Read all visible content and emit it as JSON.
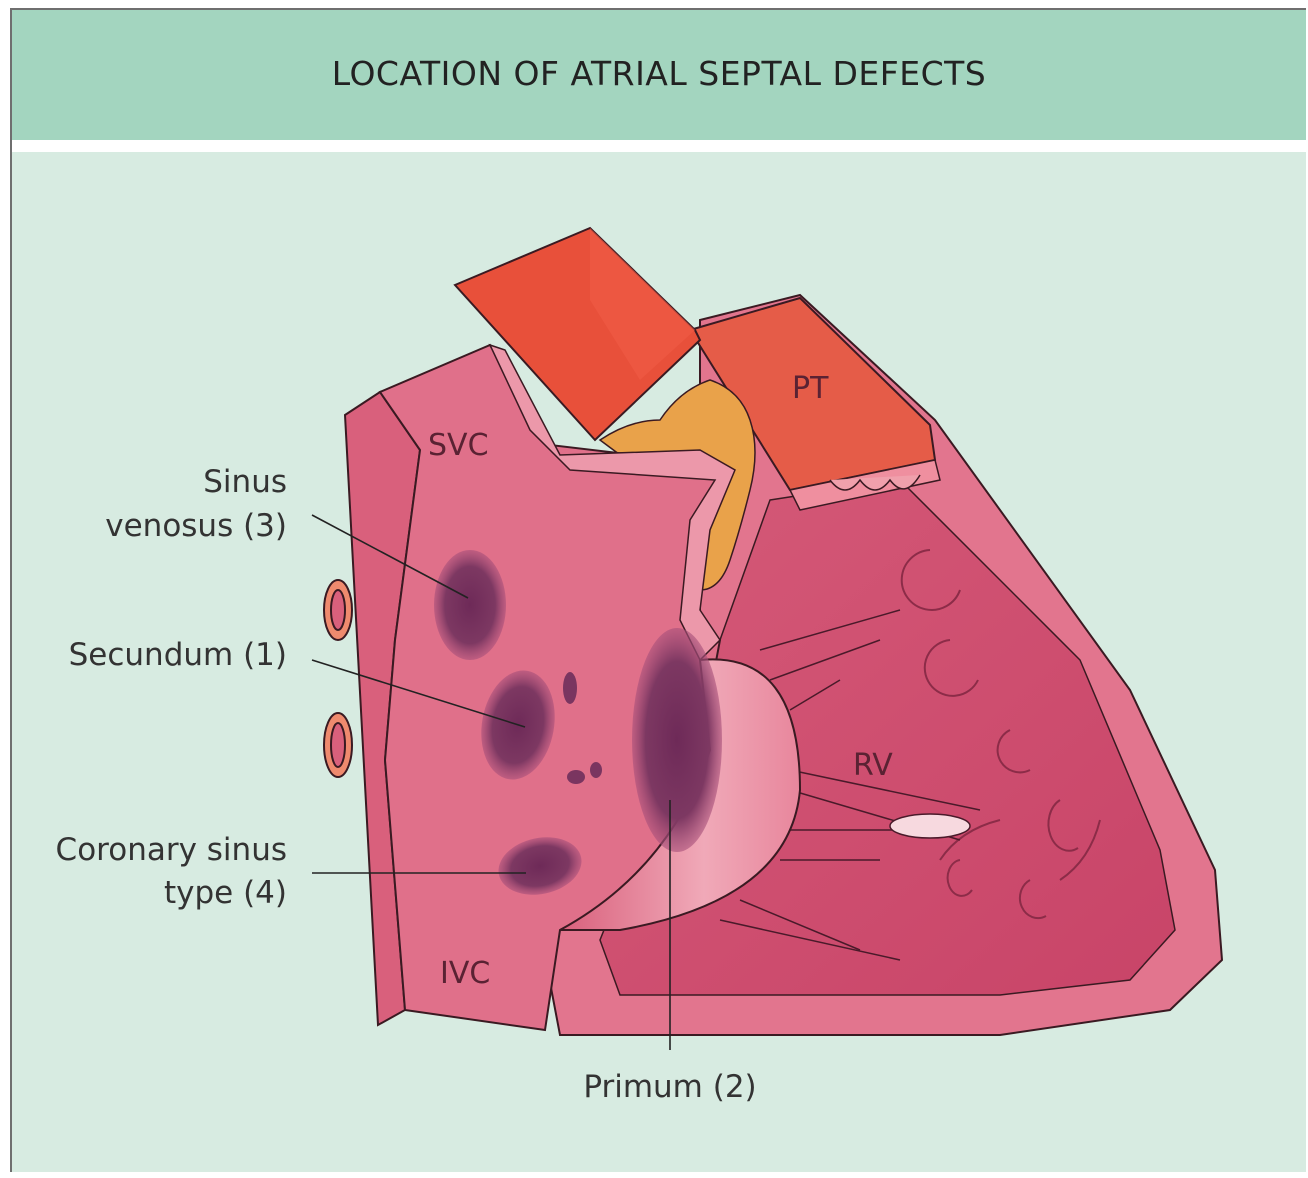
{
  "title": "LOCATION OF ATRIAL SEPTAL DEFECTS",
  "structures": {
    "svc": "SVC",
    "ivc": "IVC",
    "pt": "PT",
    "rv": "RV"
  },
  "defects": {
    "sinus_venosus_line1": "Sinus",
    "sinus_venosus_line2": "venosus (3)",
    "secundum": "Secundum (1)",
    "coronary_line1": "Coronary sinus",
    "coronary_line2": "type (4)",
    "primum": "Primum (2)"
  },
  "colors": {
    "header": "#a3d5bf",
    "background": "#d7ebe1",
    "heart_tissue": "#e0708a",
    "aorta": "#e8503a",
    "defect": "#7a3560"
  }
}
